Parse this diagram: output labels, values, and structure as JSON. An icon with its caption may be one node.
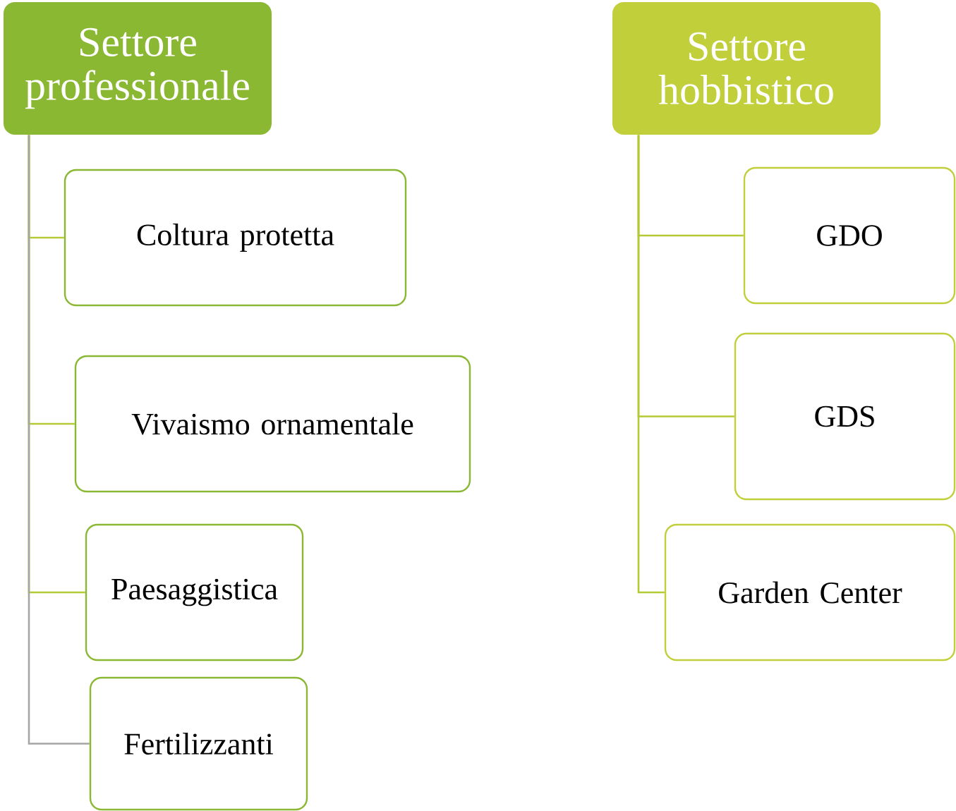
{
  "diagram": {
    "nodes": [
      {
        "text": [
          "Settore professionale"
        ]
      },
      {
        "text": [
          "Coltura protetta"
        ]
      },
      {
        "text": [
          "Vivaismo ornamentale"
        ]
      },
      {
        "text": [
          "Paesaggistica"
        ]
      },
      {
        "text": [
          "Fertilizzanti"
        ]
      },
      {
        "text": [
          "Settore hobbistico"
        ]
      },
      {
        "text": [
          "GDO"
        ]
      },
      {
        "text": [
          "GDS"
        ]
      },
      {
        "text": [
          "Garden Center"
        ]
      }
    ],
    "edges": [
      {
        "from": 0,
        "to": 1,
        "arrow": "none"
      },
      {
        "from": 0,
        "to": 2,
        "arrow": "none"
      },
      {
        "from": 0,
        "to": 3,
        "arrow": "none"
      },
      {
        "from": 0,
        "to": 4,
        "arrow": "none",
        "color": "#a5a5a5"
      },
      {
        "from": 5,
        "to": 6,
        "arrow": "none"
      },
      {
        "from": 5,
        "to": 7,
        "arrow": "none"
      },
      {
        "from": 5,
        "to": 8,
        "arrow": "none"
      }
    ]
  }
}
